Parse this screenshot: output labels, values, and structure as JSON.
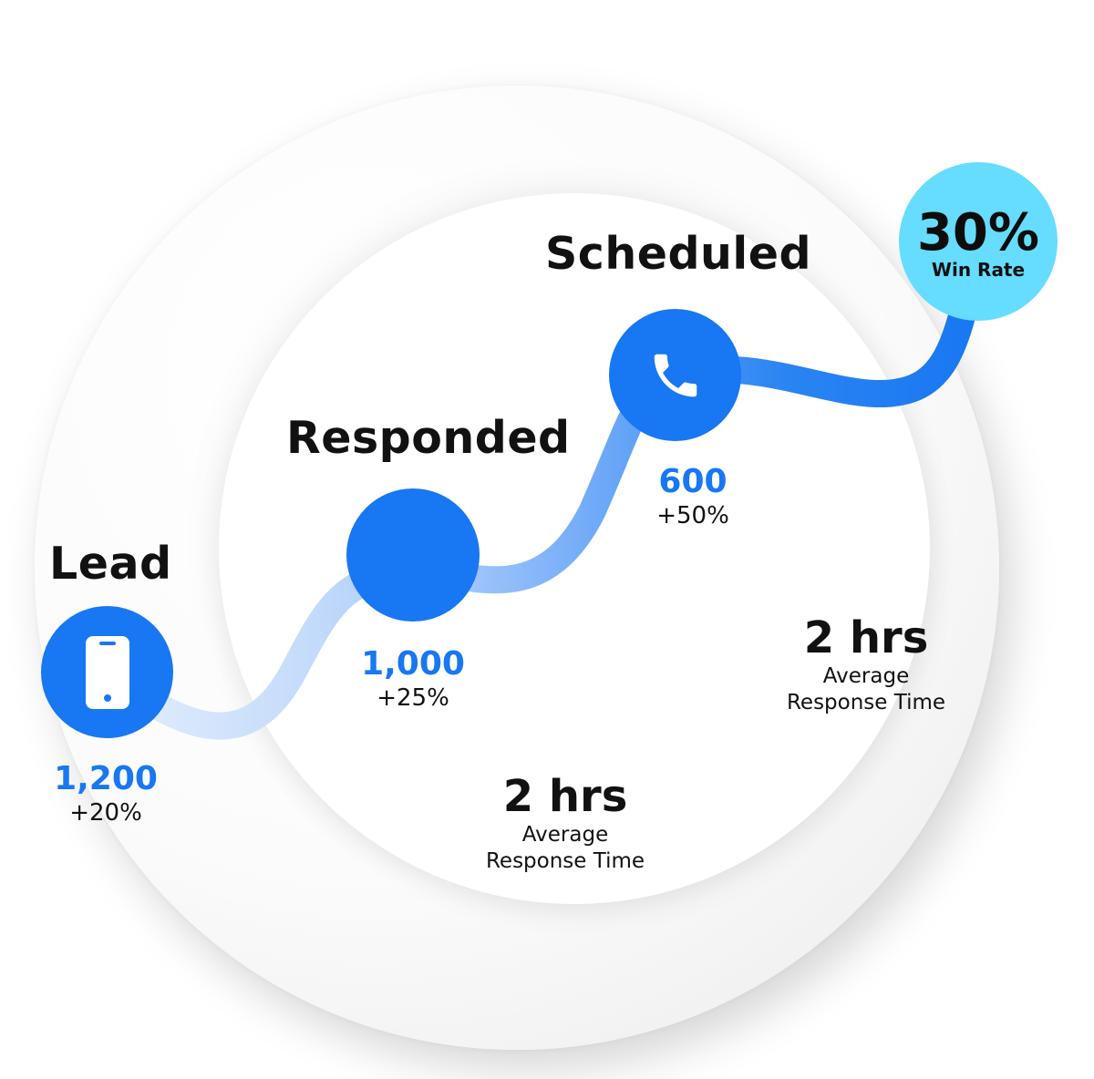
{
  "stages": [
    {
      "id": "lead",
      "label": "Lead",
      "count": "1,200",
      "delta": "+20%",
      "icon": "phone-device-icon"
    },
    {
      "id": "responded",
      "label": "Responded",
      "count": "1,000",
      "delta": "+25%",
      "icon": ""
    },
    {
      "id": "scheduled",
      "label": "Scheduled",
      "count": "600",
      "delta": "+50%",
      "icon": "phone-call-icon"
    }
  ],
  "response_times": [
    {
      "value": "2 hrs",
      "caption_line1": "Average",
      "caption_line2": "Response Time"
    },
    {
      "value": "2 hrs",
      "caption_line1": "Average",
      "caption_line2": "Response Time"
    }
  ],
  "win": {
    "value": "30%",
    "caption": "Win Rate"
  },
  "colors": {
    "primary_blue": "#1877f2",
    "light_blue_path": "#d4e6fd",
    "win_circle": "#66dcff",
    "text_dark": "#111111"
  }
}
